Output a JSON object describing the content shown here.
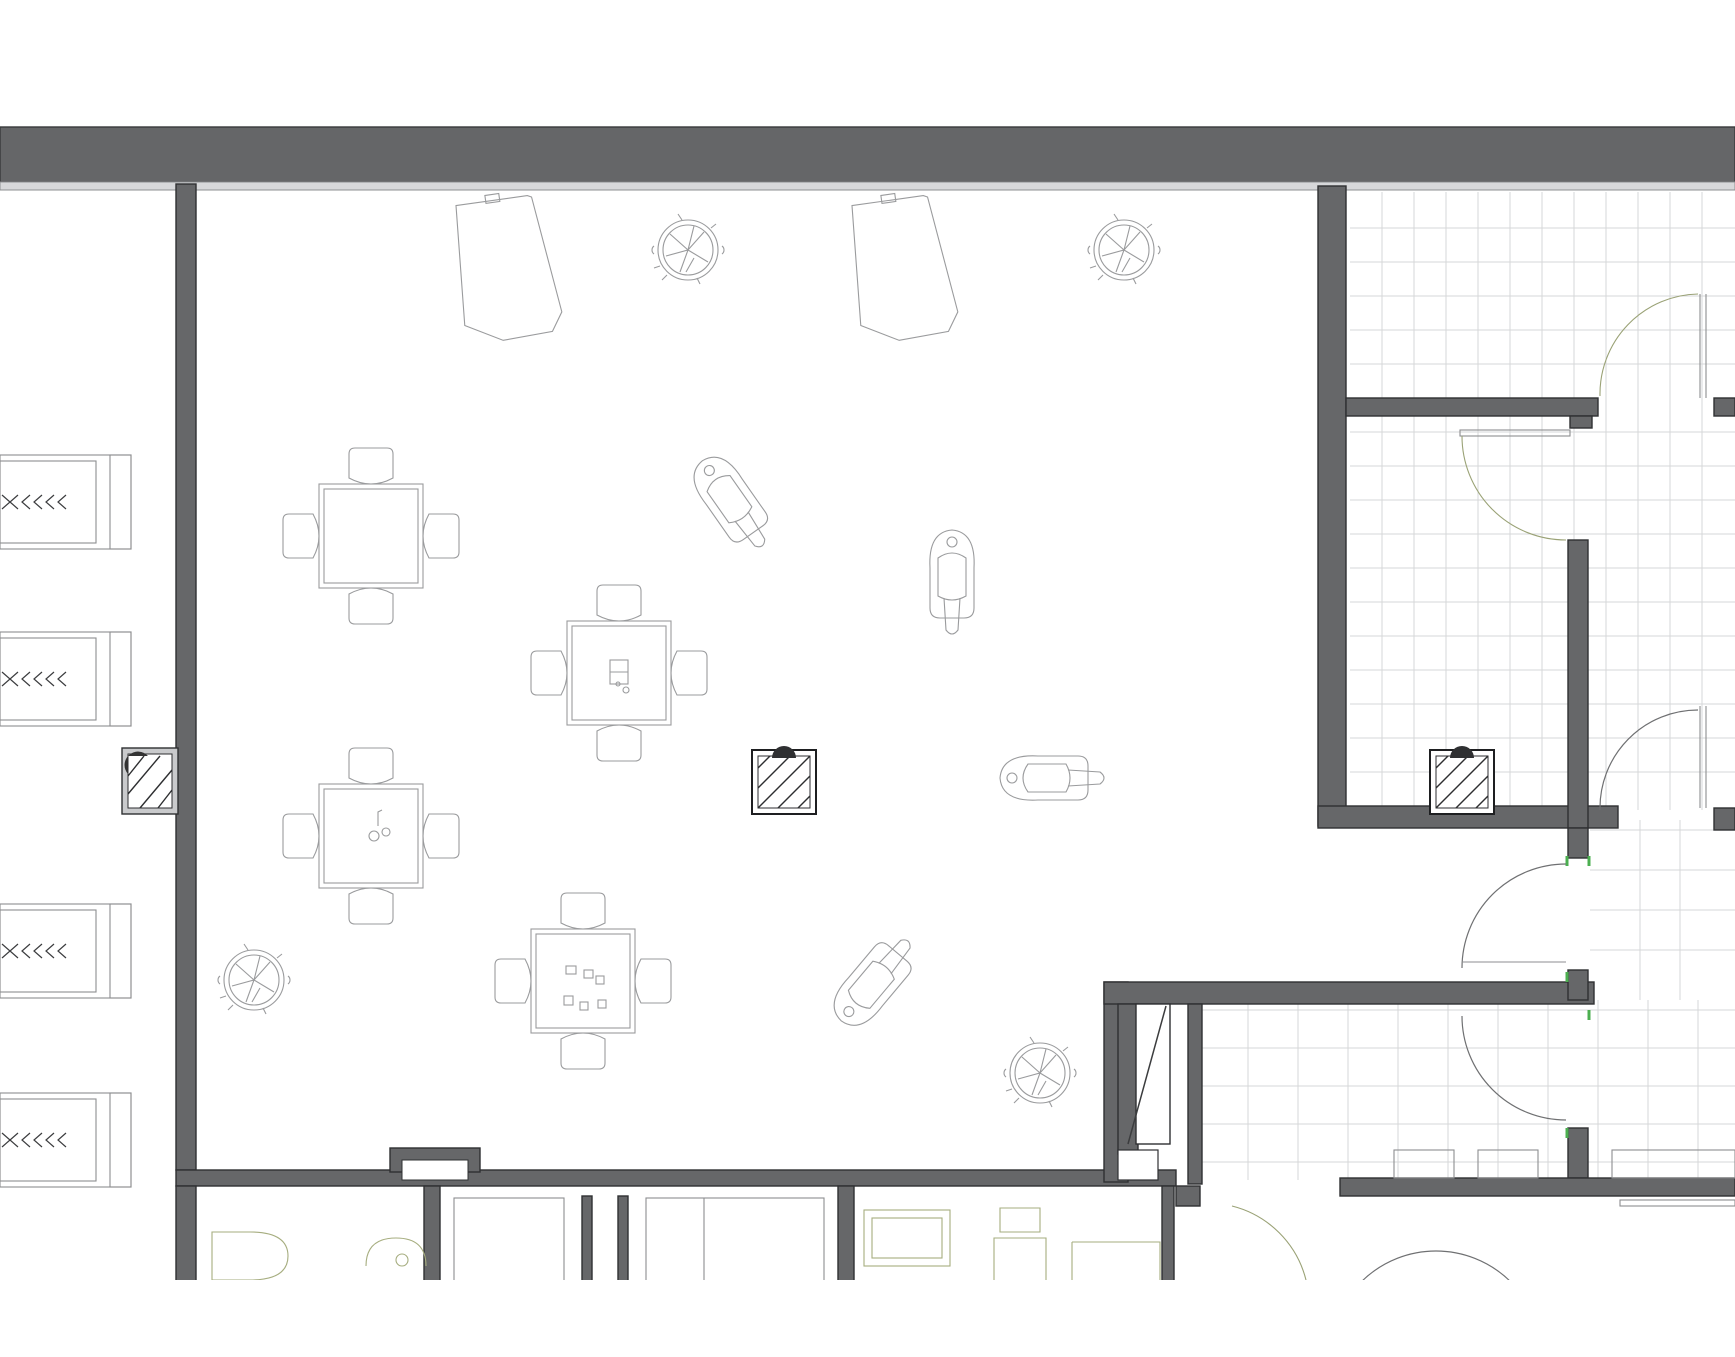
{
  "drawing": {
    "type": "architectural floor plan",
    "printed_text": [],
    "colors": {
      "wall_fill": "#666769",
      "wall_edge": "#2f3032",
      "furniture_line": "#9a9b9d",
      "floor_tile_grid": "#d6d7d9",
      "door_swing_arc": "#9aa276",
      "hatch_line": "#2d2e30",
      "accent_green": "#4caf50",
      "background": "#ffffff"
    },
    "symbols": [
      "exterior-wall",
      "interior-wall",
      "square-table-with-four-chairs",
      "potted-plant",
      "person-on-lounge-chair",
      "armchair",
      "hatched-column",
      "door-swing",
      "tiled-floor",
      "toilet",
      "sink",
      "bathtub",
      "bench-seat"
    ]
  }
}
